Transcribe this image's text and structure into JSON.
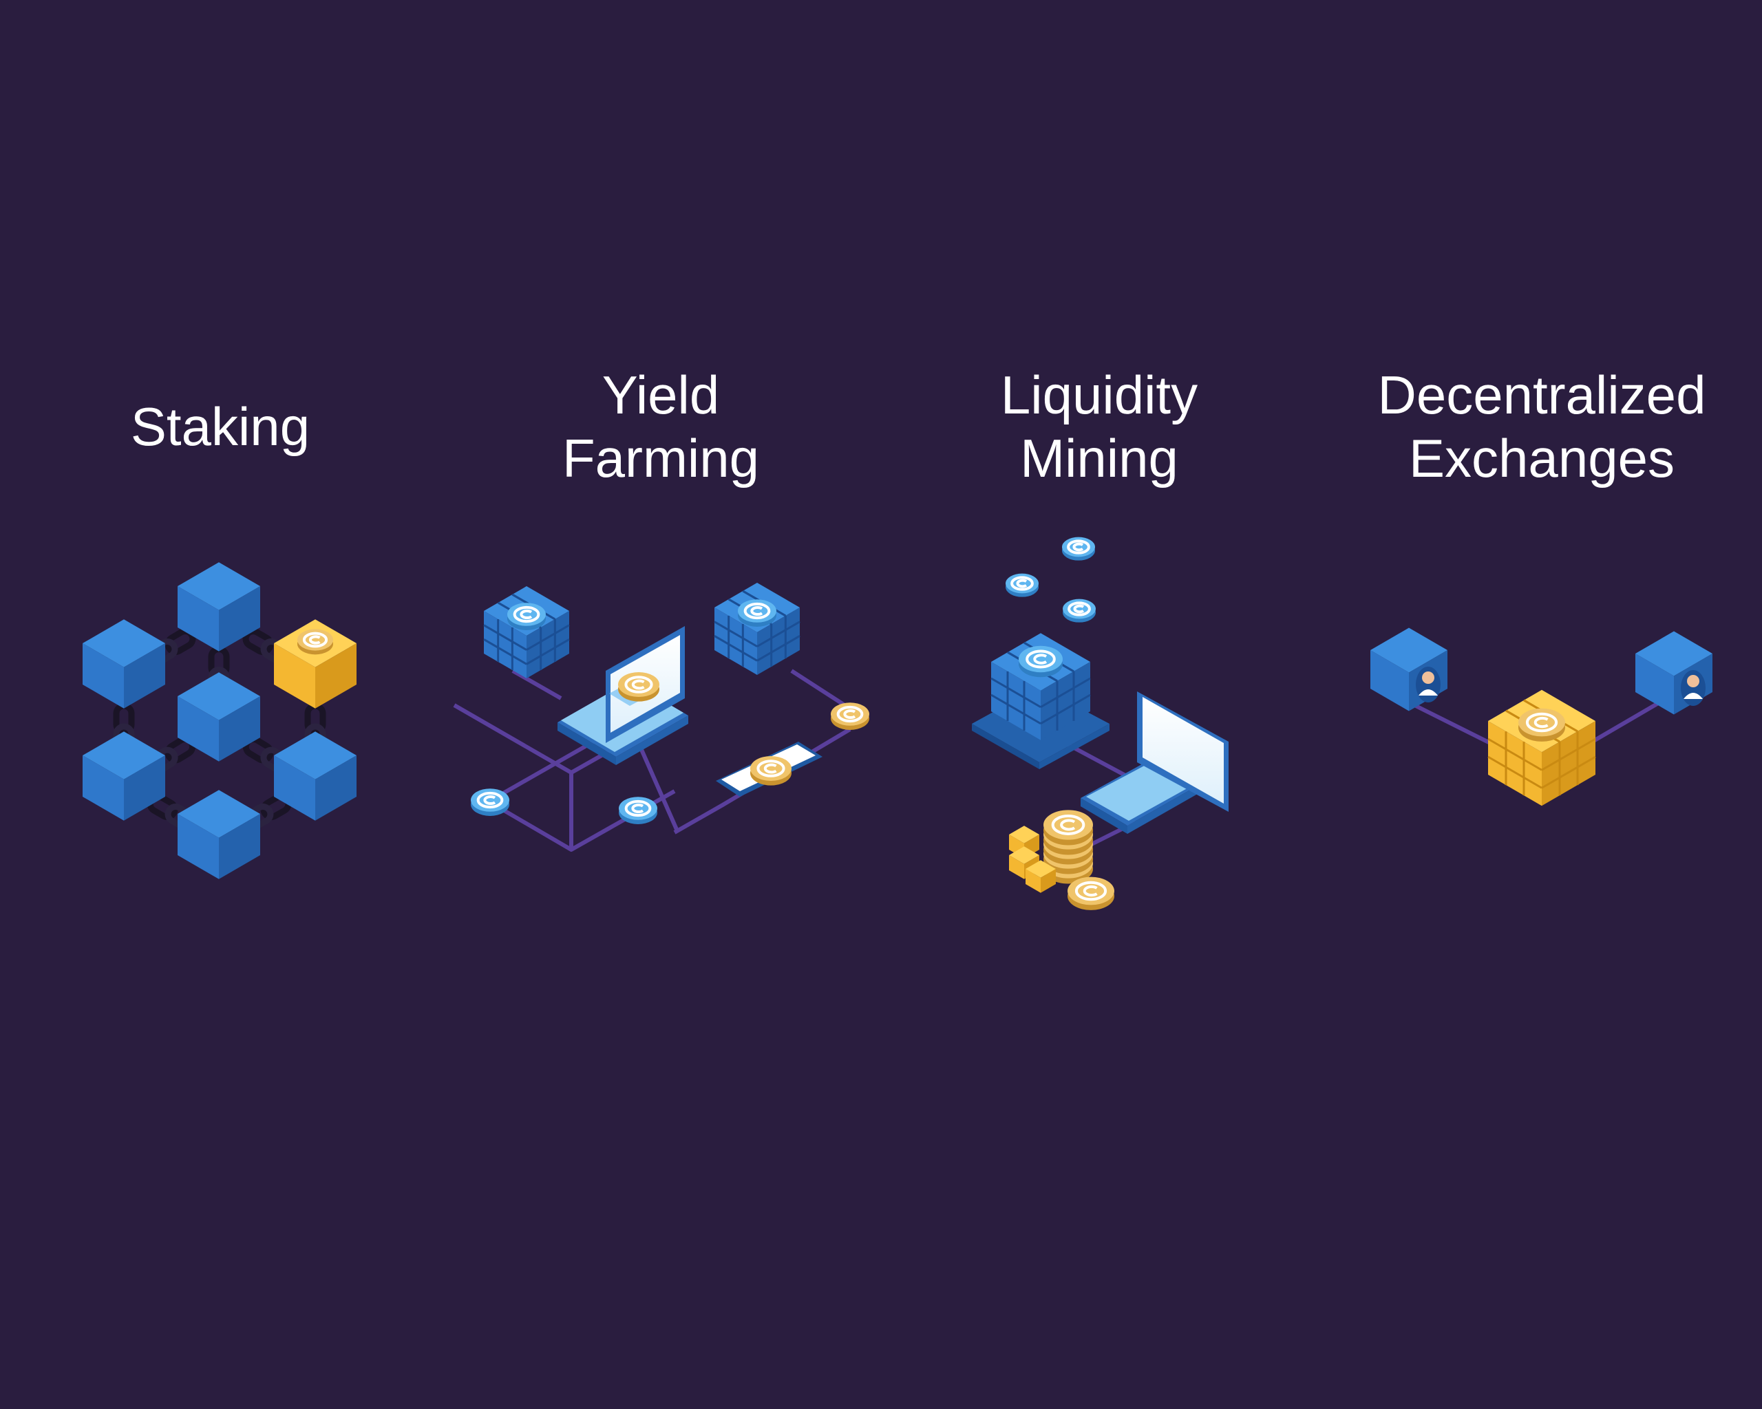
{
  "colors": {
    "background": "#2a1d3f",
    "cube_blue_top": "#3d8fe0",
    "cube_blue_left": "#2f78cb",
    "cube_blue_right": "#2462ad",
    "cube_gold_top": "#ffd257",
    "cube_gold_left": "#f4b731",
    "cube_gold_right": "#d99a1c",
    "coin_blue": "#5fb6f0",
    "coin_gold": "#f0c46a",
    "chain": "#1a1426",
    "network_line": "#5a3f9c"
  },
  "columns": [
    {
      "key": "staking",
      "lines": [
        "Staking"
      ],
      "icon": "cube-chain-icon"
    },
    {
      "key": "yield",
      "lines": [
        "Yield",
        "Farming"
      ],
      "icon": "network-laptop-icon"
    },
    {
      "key": "liquidity",
      "lines": [
        "Liquidity",
        "Mining"
      ],
      "icon": "liquidity-pool-icon"
    },
    {
      "key": "dex",
      "lines": [
        "Decentralized",
        "Exchanges"
      ],
      "icon": "exchange-network-icon"
    }
  ]
}
